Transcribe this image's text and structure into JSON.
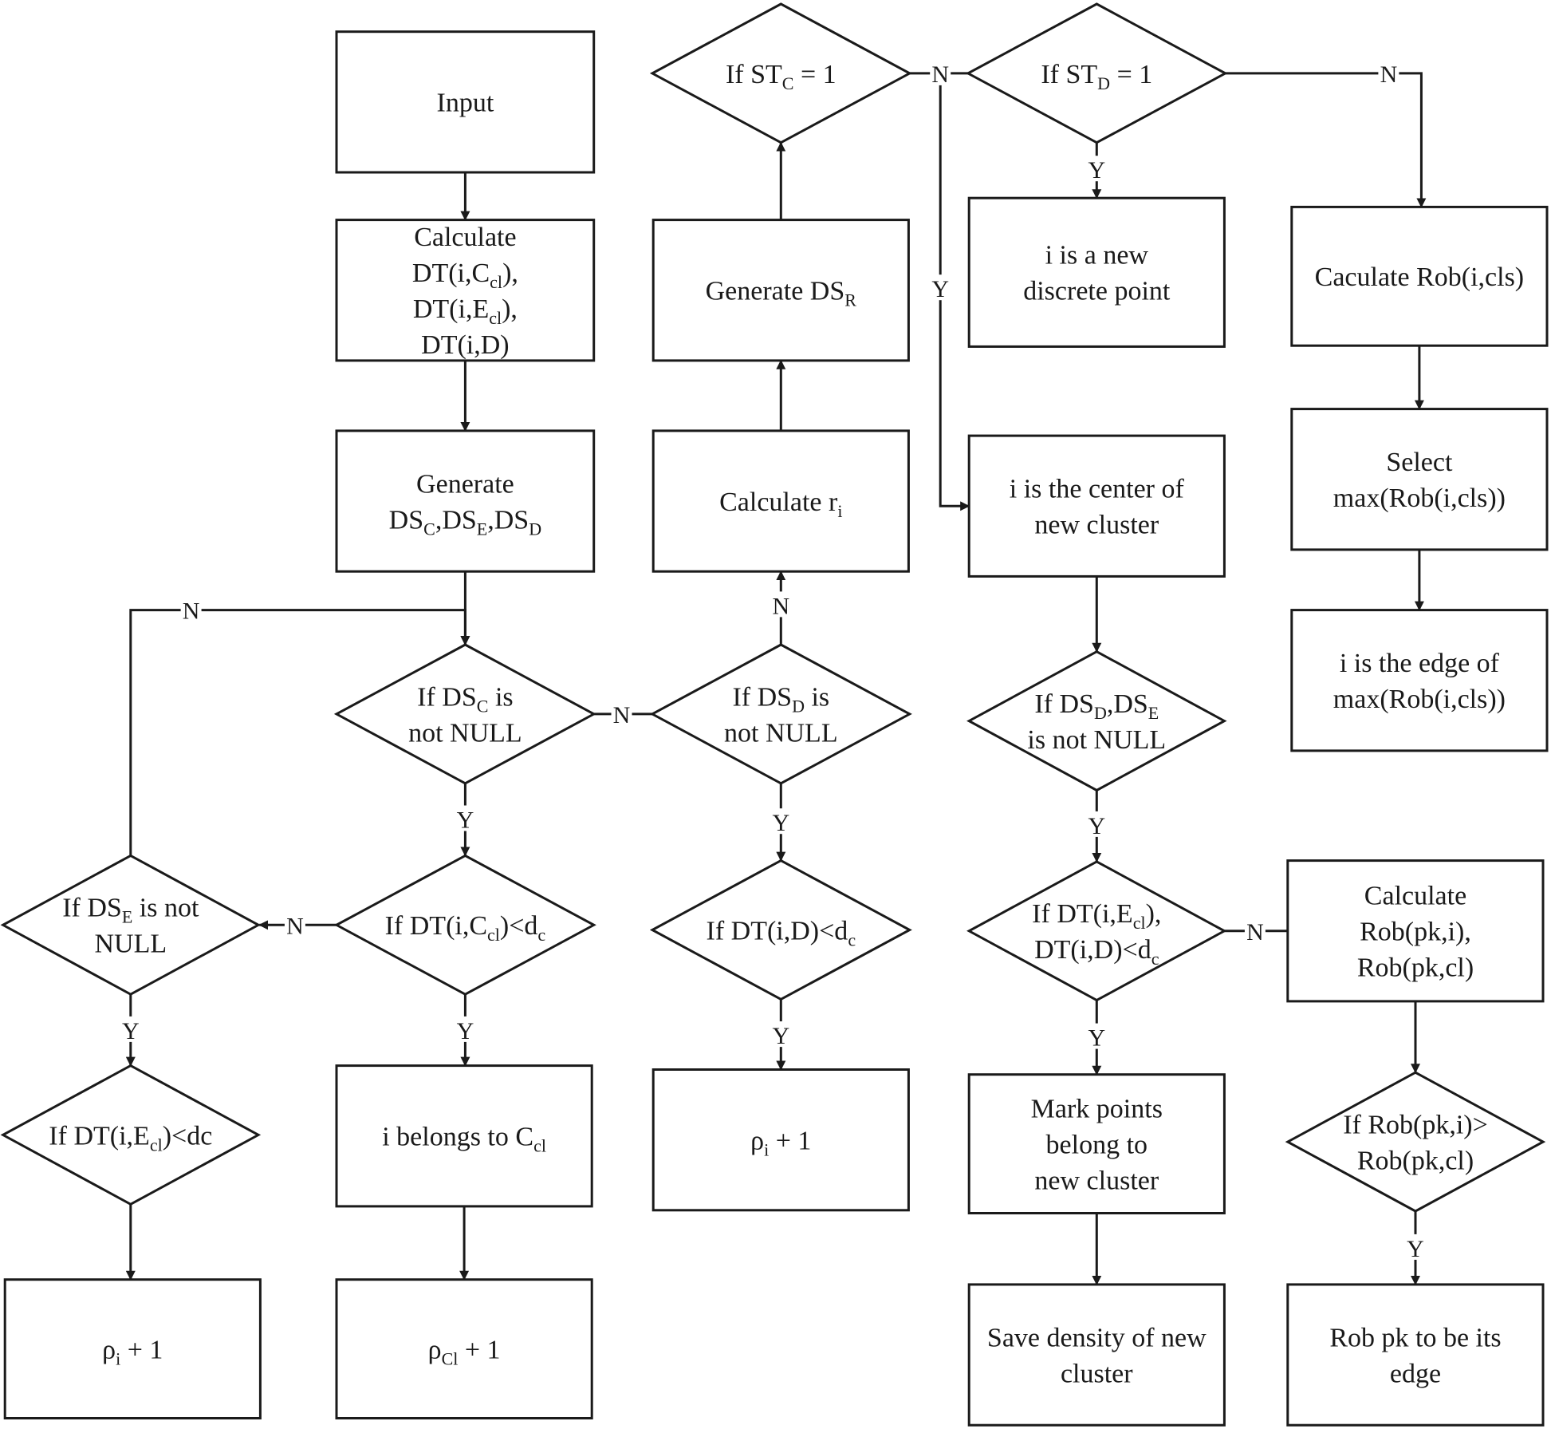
{
  "nodes": {
    "input": {
      "lines": [
        [
          {
            "t": "Input"
          }
        ]
      ]
    },
    "calc_dt": {
      "lines": [
        [
          {
            "t": "Calculate"
          }
        ],
        [
          {
            "t": "DT(i,C"
          },
          {
            "t": "cl",
            "s": "sub"
          },
          {
            "t": "),"
          }
        ],
        [
          {
            "t": "DT(i,E"
          },
          {
            "t": "cl",
            "s": "sub"
          },
          {
            "t": "),"
          }
        ],
        [
          {
            "t": "DT(i,D)"
          }
        ]
      ]
    },
    "gen_ds": {
      "lines": [
        [
          {
            "t": "Generate"
          }
        ],
        [
          {
            "t": "DS"
          },
          {
            "t": "C",
            "s": "sub"
          },
          {
            "t": ",DS"
          },
          {
            "t": "E",
            "s": "sub"
          },
          {
            "t": ",DS"
          },
          {
            "t": "D",
            "s": "sub"
          }
        ]
      ]
    },
    "if_dsc": {
      "lines": [
        [
          {
            "t": "If DS"
          },
          {
            "t": "C",
            "s": "sub"
          },
          {
            "t": " is"
          }
        ],
        [
          {
            "t": "not NULL"
          }
        ]
      ]
    },
    "if_dt_c": {
      "lines": [
        [
          {
            "t": "If DT(i,C"
          },
          {
            "t": "cl",
            "s": "sub"
          },
          {
            "t": ")<d"
          },
          {
            "t": "c",
            "s": "sub"
          }
        ]
      ]
    },
    "if_dse": {
      "lines": [
        [
          {
            "t": "If DS"
          },
          {
            "t": "E",
            "s": "sub"
          },
          {
            "t": " is not"
          }
        ],
        [
          {
            "t": "NULL"
          }
        ]
      ]
    },
    "if_dt_e": {
      "lines": [
        [
          {
            "t": "If DT(i,E"
          },
          {
            "t": "cl",
            "s": "sub"
          },
          {
            "t": ")<dc"
          }
        ]
      ]
    },
    "rho_i_left": {
      "lines": [
        [
          {
            "t": "ρ"
          },
          {
            "t": "i",
            "s": "sub"
          },
          {
            "t": " + 1"
          }
        ]
      ]
    },
    "i_belongs": {
      "lines": [
        [
          {
            "t": "i belongs to C"
          },
          {
            "t": "cl",
            "s": "sub"
          }
        ]
      ]
    },
    "rho_cl": {
      "lines": [
        [
          {
            "t": "ρ"
          },
          {
            "t": "Cl",
            "s": "sub"
          },
          {
            "t": " + 1"
          }
        ]
      ]
    },
    "if_dsd": {
      "lines": [
        [
          {
            "t": "If DS"
          },
          {
            "t": "D",
            "s": "sub"
          },
          {
            "t": " is"
          }
        ],
        [
          {
            "t": "not NULL"
          }
        ]
      ]
    },
    "if_dt_d": {
      "lines": [
        [
          {
            "t": "If DT(i,D)<d"
          },
          {
            "t": "c",
            "s": "sub"
          }
        ]
      ]
    },
    "rho_i_mid": {
      "lines": [
        [
          {
            "t": "ρ"
          },
          {
            "t": "i",
            "s": "sub"
          },
          {
            "t": " + 1"
          }
        ]
      ]
    },
    "calc_ri": {
      "lines": [
        [
          {
            "t": "Calculate r"
          },
          {
            "t": "i",
            "s": "sub"
          }
        ]
      ]
    },
    "gen_dsr": {
      "lines": [
        [
          {
            "t": "Generate DS"
          },
          {
            "t": "R",
            "s": "sub"
          }
        ]
      ]
    },
    "if_stc": {
      "lines": [
        [
          {
            "t": "If ST"
          },
          {
            "t": "C",
            "s": "sub"
          },
          {
            "t": " = 1"
          }
        ]
      ]
    },
    "if_std": {
      "lines": [
        [
          {
            "t": "If ST"
          },
          {
            "t": "D",
            "s": "sub"
          },
          {
            "t": " = 1"
          }
        ]
      ]
    },
    "new_discrete": {
      "lines": [
        [
          {
            "t": "i is a new"
          }
        ],
        [
          {
            "t": "discrete point"
          }
        ]
      ]
    },
    "center_new": {
      "lines": [
        [
          {
            "t": "i is the center of"
          }
        ],
        [
          {
            "t": "new cluster"
          }
        ]
      ]
    },
    "if_dsd_dse": {
      "lines": [
        [
          {
            "t": "If DS"
          },
          {
            "t": "D",
            "s": "sub"
          },
          {
            "t": ",DS"
          },
          {
            "t": "E",
            "s": "sub"
          }
        ],
        [
          {
            "t": "is not NULL"
          }
        ]
      ]
    },
    "if_dt_ed": {
      "lines": [
        [
          {
            "t": "If DT(i,E"
          },
          {
            "t": "cl",
            "s": "sub"
          },
          {
            "t": "),"
          }
        ],
        [
          {
            "t": "DT(i,D)<d"
          },
          {
            "t": "c",
            "s": "sub"
          }
        ]
      ]
    },
    "mark_points": {
      "lines": [
        [
          {
            "t": "Mark points"
          }
        ],
        [
          {
            "t": "belong to"
          }
        ],
        [
          {
            "t": "new cluster"
          }
        ]
      ]
    },
    "save_density": {
      "lines": [
        [
          {
            "t": "Save density of new"
          }
        ],
        [
          {
            "t": "cluster"
          }
        ]
      ]
    },
    "calc_rob_cls": {
      "lines": [
        [
          {
            "t": "Caculate Rob(i,cls)"
          }
        ]
      ]
    },
    "select_max": {
      "lines": [
        [
          {
            "t": "Select"
          }
        ],
        [
          {
            "t": "max(Rob(i,cls))"
          }
        ]
      ]
    },
    "edge_of_max": {
      "lines": [
        [
          {
            "t": "i is the edge of"
          }
        ],
        [
          {
            "t": "max(Rob(i,cls))"
          }
        ]
      ]
    },
    "calc_rob_pk": {
      "lines": [
        [
          {
            "t": "Calculate"
          }
        ],
        [
          {
            "t": "Rob(pk,i),"
          }
        ],
        [
          {
            "t": "Rob(pk,cl)"
          }
        ]
      ]
    },
    "if_rob": {
      "lines": [
        [
          {
            "t": "If Rob(pk,i)>"
          }
        ],
        [
          {
            "t": "Rob(pk,cl)"
          }
        ]
      ]
    },
    "rob_pk_edge": {
      "lines": [
        [
          {
            "t": "Rob pk to be its"
          }
        ],
        [
          {
            "t": "edge"
          }
        ]
      ]
    }
  },
  "edge_labels": {
    "yes": "Y",
    "no": "N"
  }
}
